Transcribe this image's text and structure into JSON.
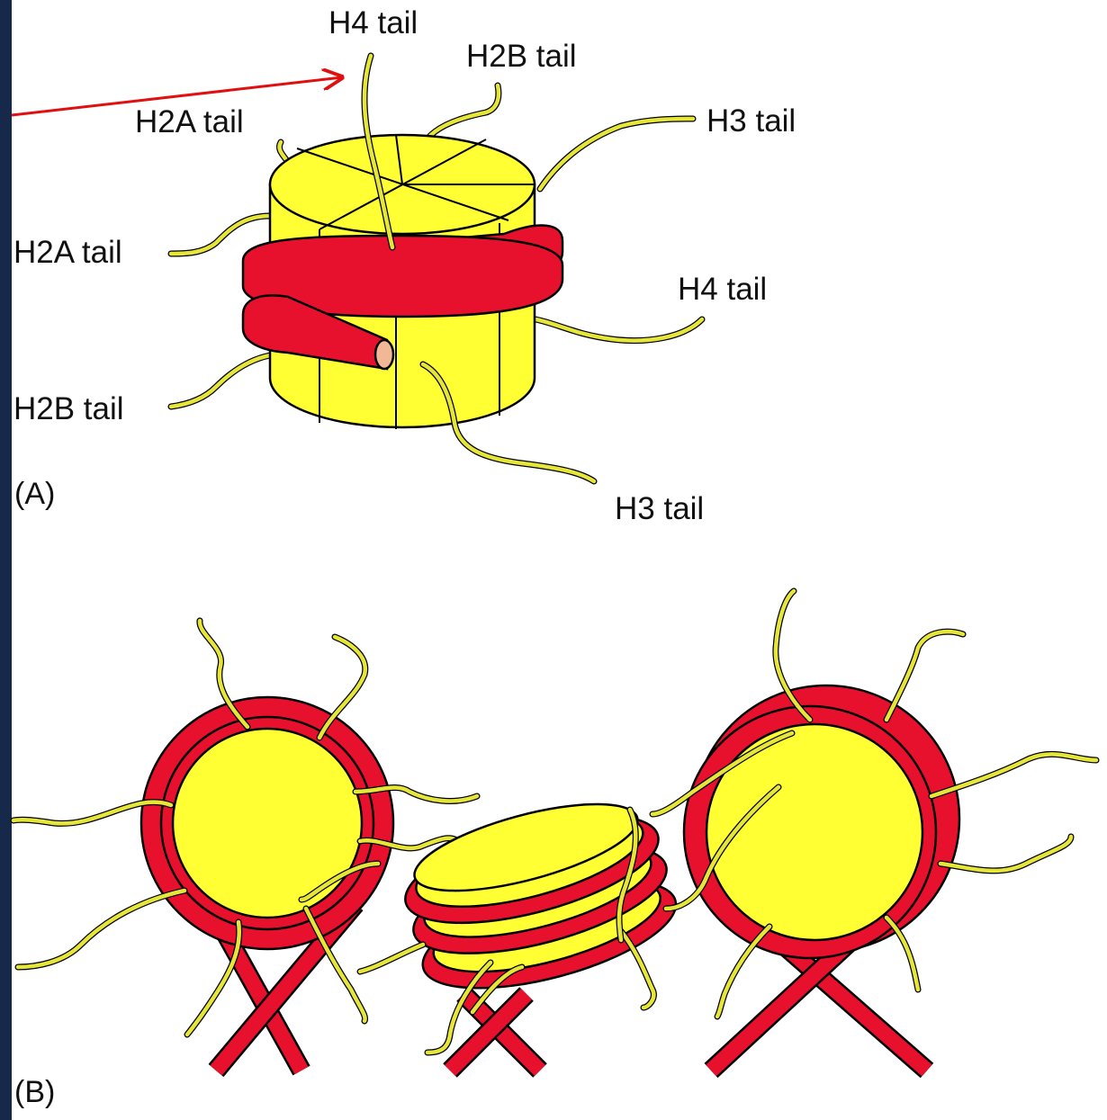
{
  "colors": {
    "histone_core": "#ffff33",
    "dna": "#e8112d",
    "dna_end": "#f2b896",
    "tail": "#e6e63a",
    "pointer_arrow": "#e01010",
    "left_bar": "#17294a"
  },
  "panel_a": {
    "panel_label": "(A)",
    "labels": {
      "h4_top": "H4 tail",
      "h2b_top": "H2B tail",
      "h2a_upper": "H2A tail",
      "h3_upper": "H3 tail",
      "h2a_left": "H2A tail",
      "h4_right": "H4 tail",
      "h2b_left": "H2B tail",
      "h3_bottom": "H3 tail"
    }
  },
  "panel_b": {
    "panel_label": "(B)",
    "nucleosome_count": 3
  }
}
